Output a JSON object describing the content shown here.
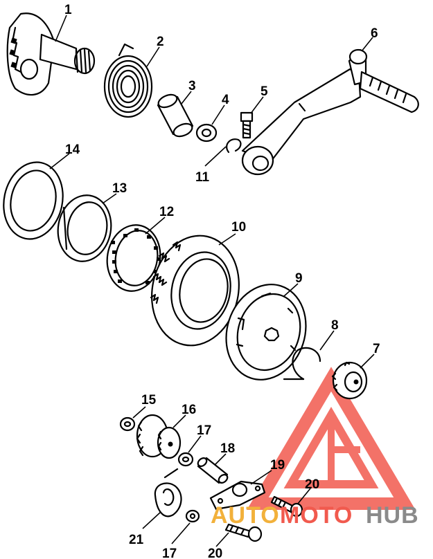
{
  "callouts": [
    "1",
    "2",
    "3",
    "4",
    "5",
    "6",
    "7",
    "8",
    "9",
    "10",
    "11",
    "12",
    "13",
    "14",
    "15",
    "16",
    "17",
    "18",
    "19",
    "20",
    "20",
    "21",
    "17"
  ],
  "watermark": {
    "part1": "AUTO",
    "part2": "MOTO",
    "part3": "HUB",
    "color_red": "#f15a4e",
    "color_gold": "#f2b13b",
    "color_gray": "#8a8a8a"
  }
}
